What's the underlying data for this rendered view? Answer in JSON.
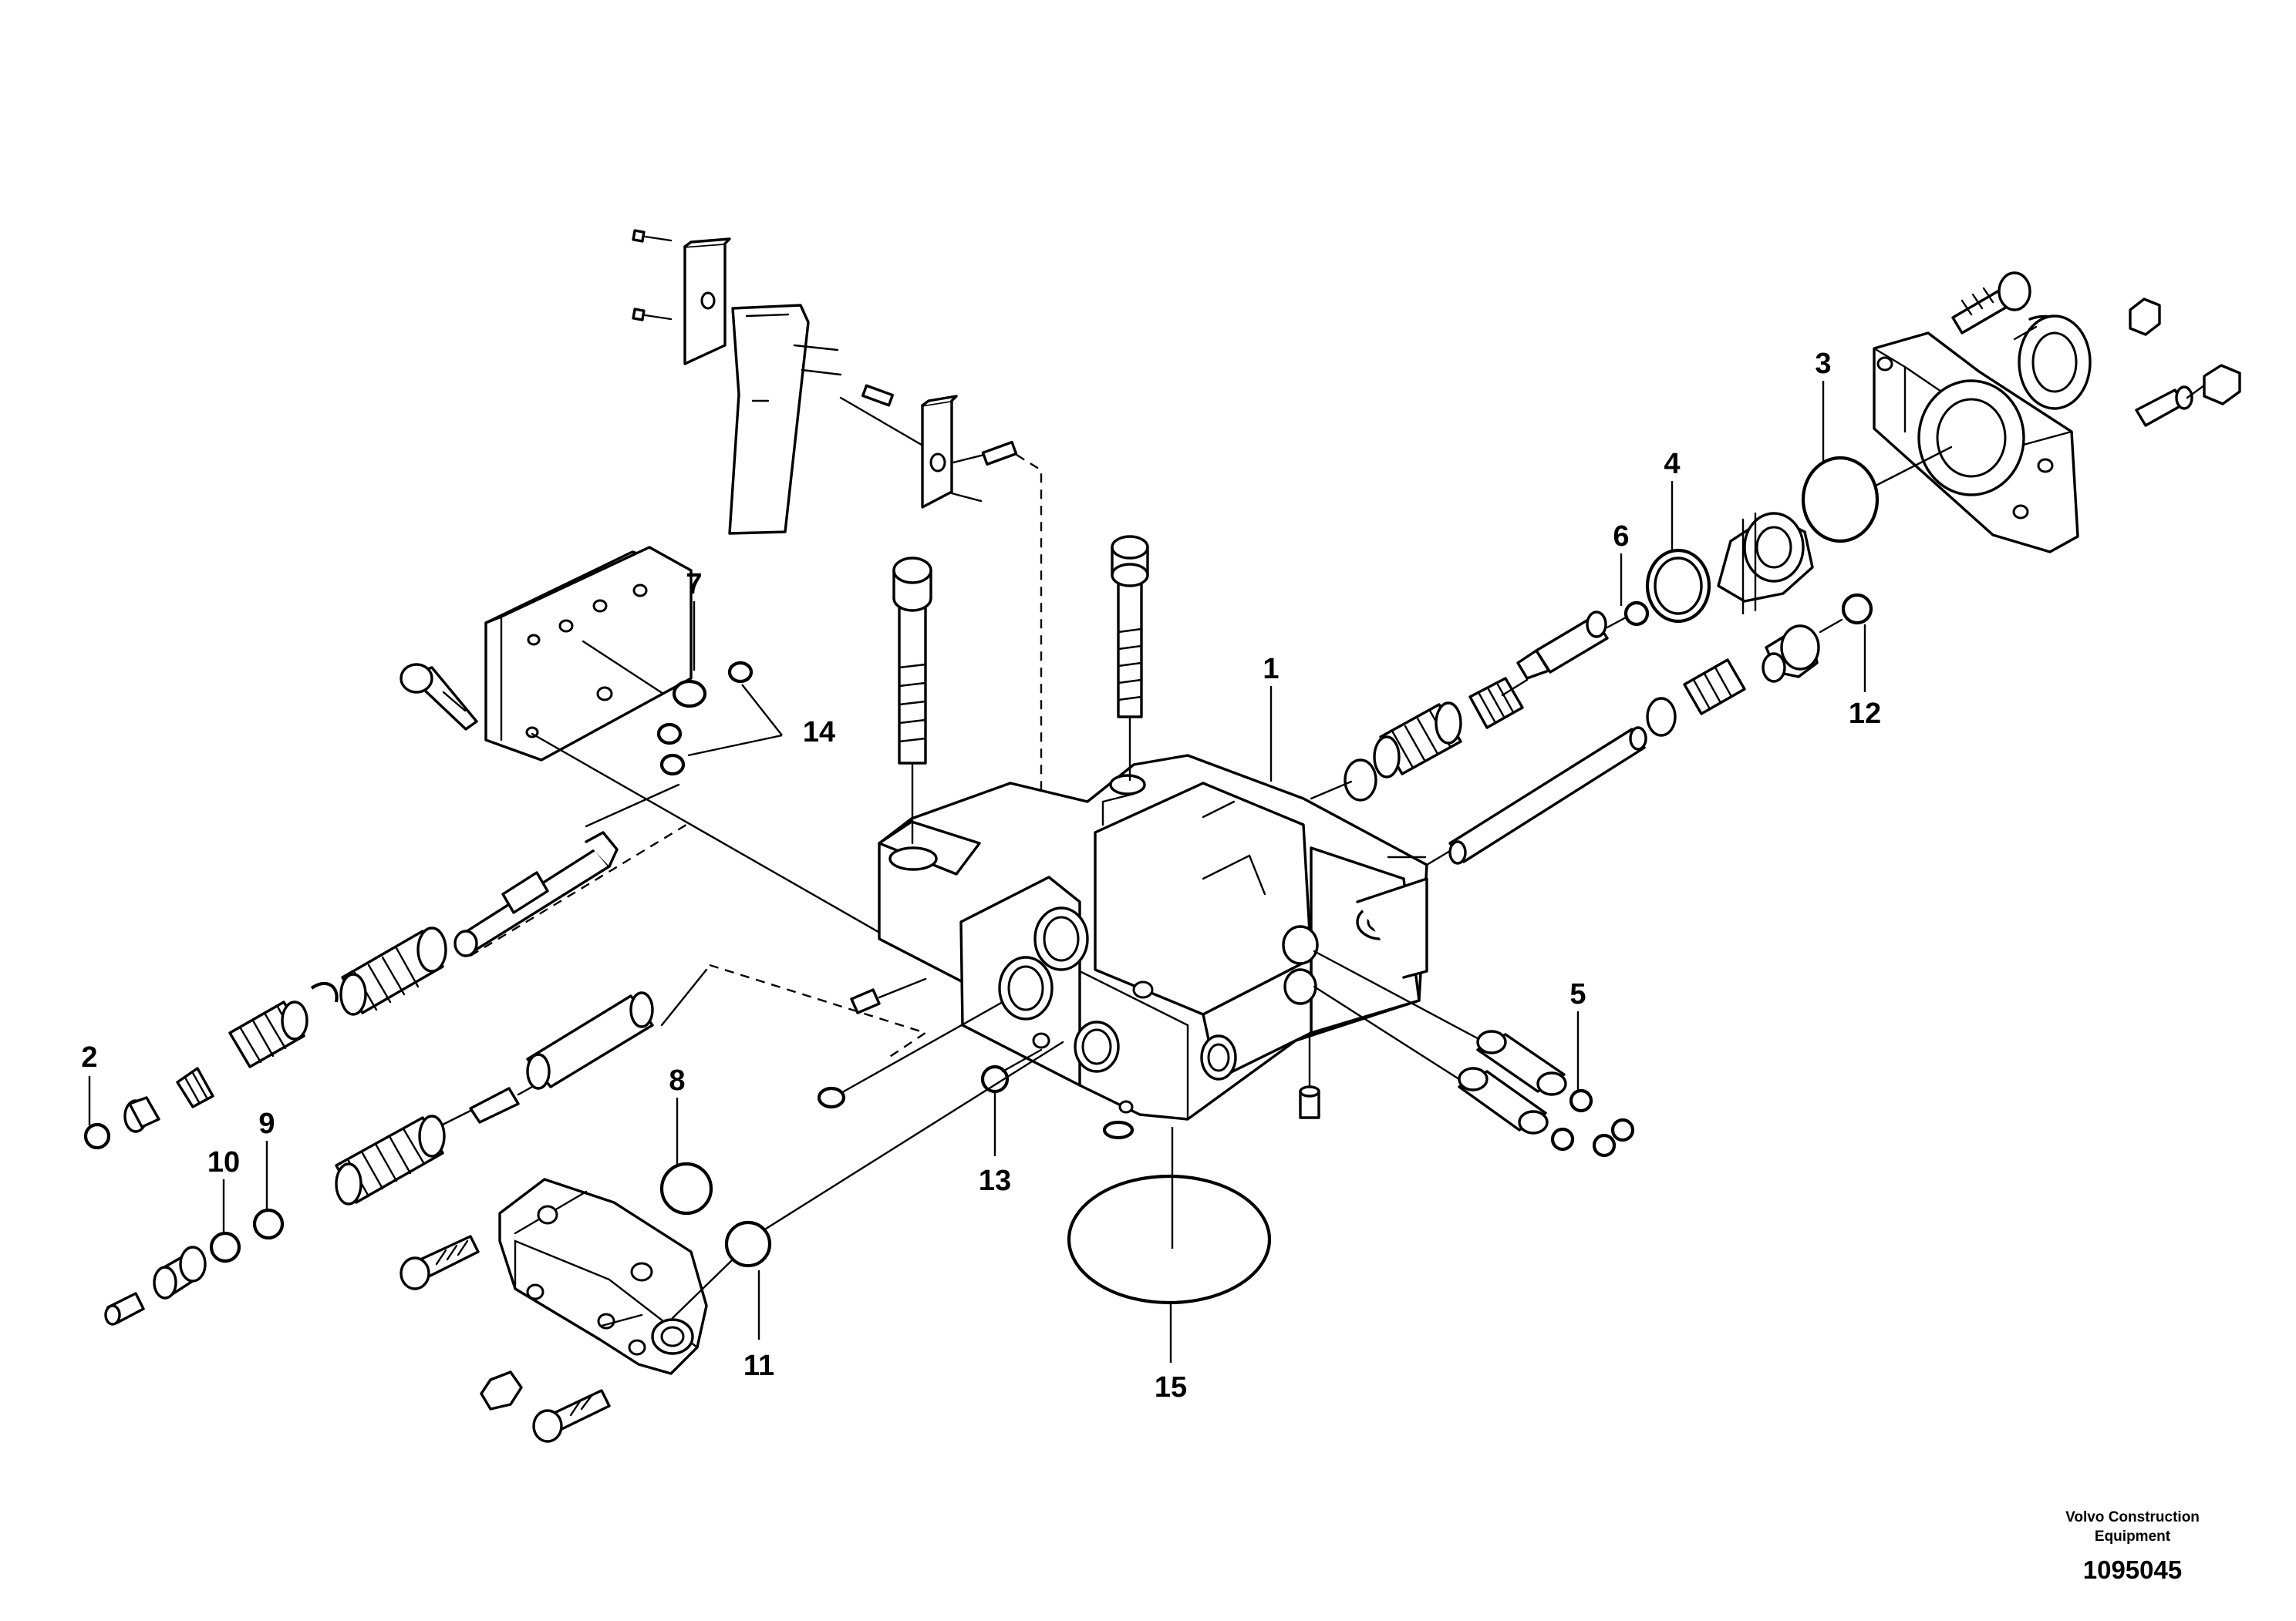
{
  "diagram": {
    "callouts": [
      "1",
      "2",
      "3",
      "4",
      "5",
      "6",
      "7",
      "8",
      "9",
      "10",
      "11",
      "12",
      "13",
      "14",
      "15"
    ],
    "manufacturer_line1": "Volvo Construction",
    "manufacturer_line2": "Equipment",
    "drawing_number": "1095045"
  }
}
